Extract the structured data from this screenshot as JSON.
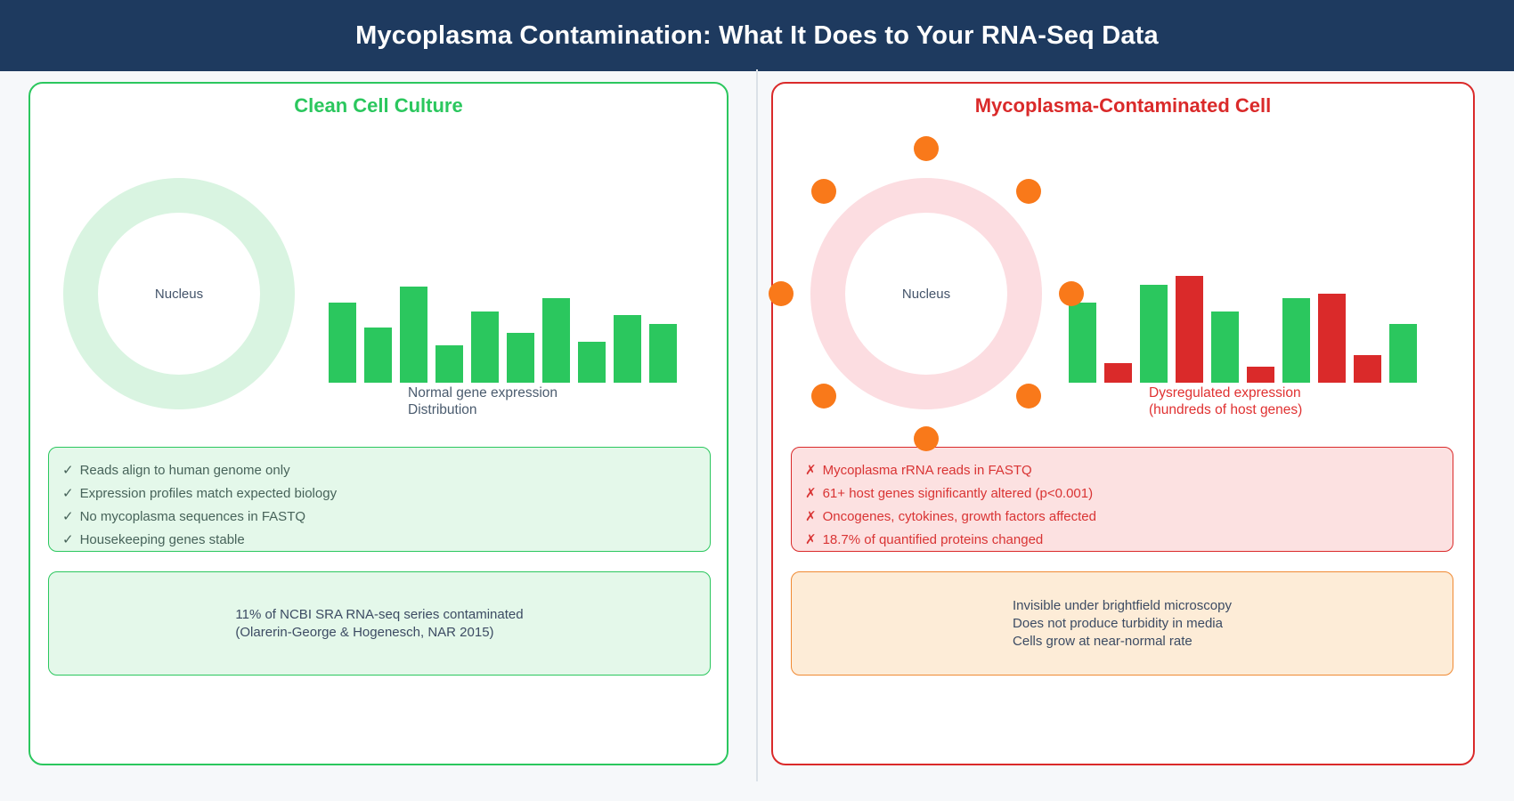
{
  "header": {
    "title": "Mycoplasma Contamination: What It Does to Your RNA-Seq Data"
  },
  "left_panel": {
    "title": "Clean Cell Culture",
    "nucleus_label": "Nucleus",
    "caption": [
      "Normal gene expression",
      "Distribution"
    ],
    "check_mark": "✓",
    "checklist": [
      "Reads align to human genome only",
      "Expression profiles match expected biology",
      "No mycoplasma sequences in FASTQ",
      "Housekeeping genes stable"
    ],
    "stat_lines": [
      "11% of NCBI SRA RNA-seq series contaminated",
      "(Olarerin-George & Hogenesch, NAR 2015)"
    ]
  },
  "right_panel": {
    "title": "Mycoplasma-Contaminated Cell",
    "nucleus_label": "Nucleus",
    "caption": [
      "Dysregulated expression",
      "(hundreds of host genes)"
    ],
    "cross_mark": "✗",
    "problem_list": [
      "Mycoplasma rRNA reads in FASTQ",
      "61+ host genes significantly altered (p<0.001)",
      "Oncogenes, cytokines, growth factors affected",
      "18.7% of quantified proteins changed"
    ],
    "note_lines": [
      "Invisible under brightfield microscopy",
      "Does not produce turbidity in media",
      "Cells grow at near-normal rate"
    ]
  },
  "colors": {
    "header_bg": "#1e3a5f",
    "page_bg": "#f6f8fa",
    "green_accent": "#2bc75e",
    "green_fill_light": "#e4f8ea",
    "green_ring": "#d9f4e1",
    "red_accent": "#da2a2a",
    "red_fill_light": "#fce1e1",
    "pink_ring": "#fcdde1",
    "orange_dot": "#f9791a",
    "orange_border": "#f08a33",
    "orange_fill_light": "#fdecd7",
    "slate_text": "#3f5068"
  },
  "chart_data": [
    {
      "id": "clean-expression",
      "type": "bar",
      "title": "Normal gene expression Distribution",
      "values": [
        90,
        62,
        108,
        42,
        80,
        56,
        95,
        46,
        76,
        66
      ],
      "bar_colors": [
        "#2bc75e",
        "#2bc75e",
        "#2bc75e",
        "#2bc75e",
        "#2bc75e",
        "#2bc75e",
        "#2bc75e",
        "#2bc75e",
        "#2bc75e",
        "#2bc75e"
      ]
    },
    {
      "id": "dysregulated-expression",
      "type": "bar",
      "title": "Dysregulated expression (hundreds of host genes)",
      "values": [
        90,
        22,
        110,
        120,
        80,
        18,
        95,
        100,
        31,
        66
      ],
      "bar_colors": [
        "#2bc75e",
        "#da2a2a",
        "#2bc75e",
        "#da2a2a",
        "#2bc75e",
        "#da2a2a",
        "#2bc75e",
        "#da2a2a",
        "#da2a2a",
        "#2bc75e"
      ]
    }
  ]
}
